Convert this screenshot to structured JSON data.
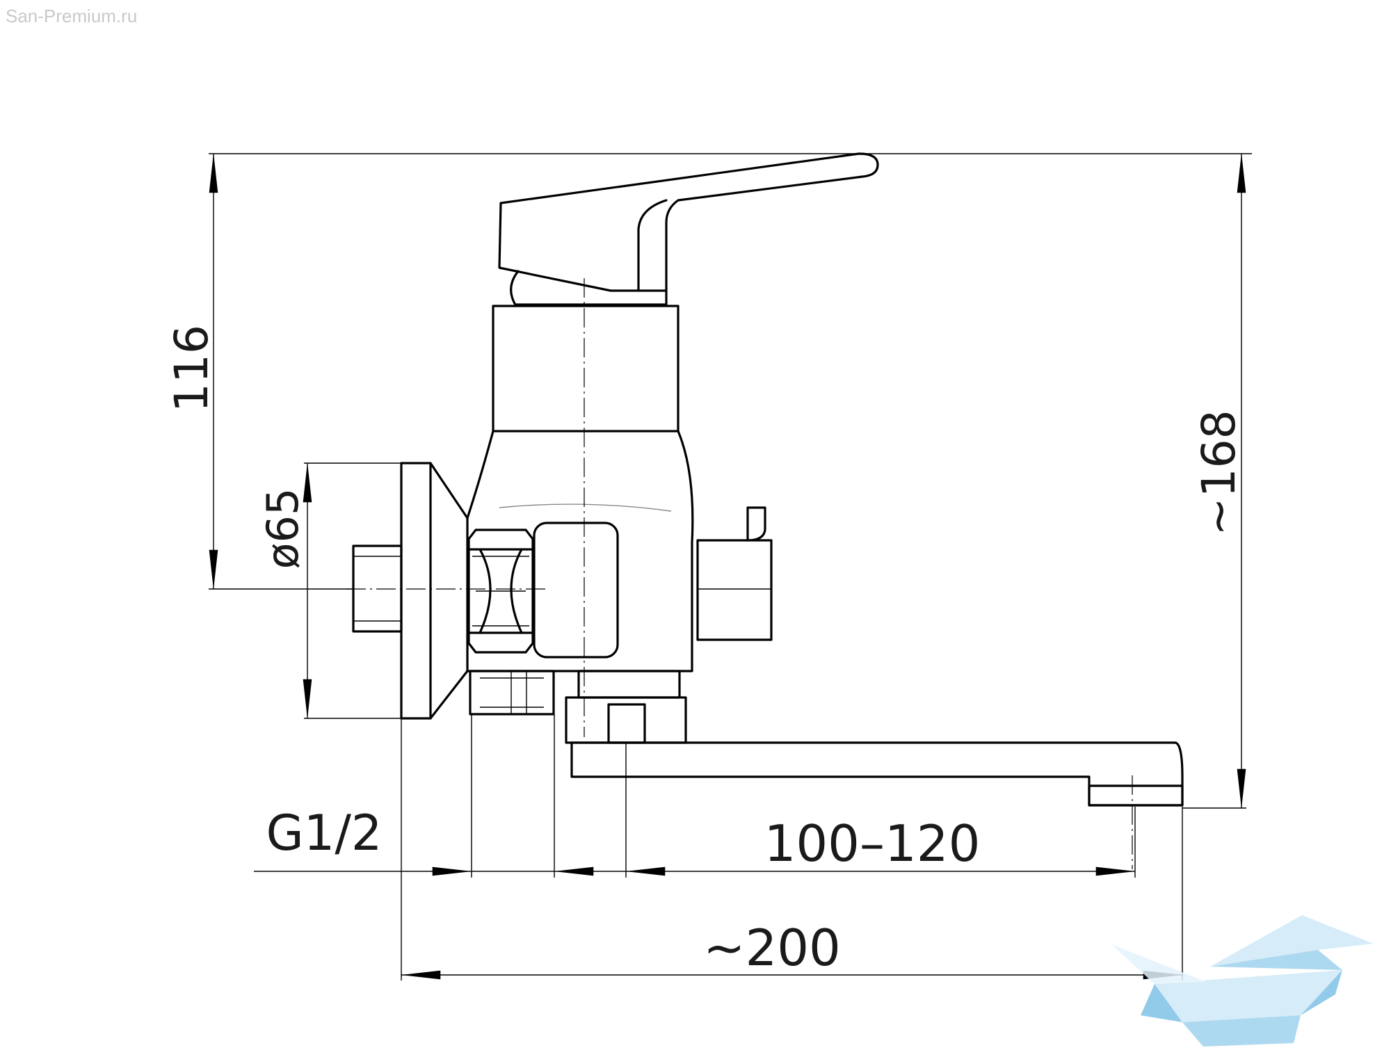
{
  "site_watermark": "San-Premium.ru",
  "dimensions": {
    "height_to_outlet_axis": "116",
    "overall_height": "~168",
    "flange_diameter": "ø65",
    "thread": "G1/2",
    "spout_reach": "100–120",
    "overall_length": "~200"
  },
  "logo": {
    "name": "san-premium-bath-logo",
    "colors": [
      "#9fd3ee",
      "#cfe9f7",
      "#7fc1e6"
    ]
  }
}
